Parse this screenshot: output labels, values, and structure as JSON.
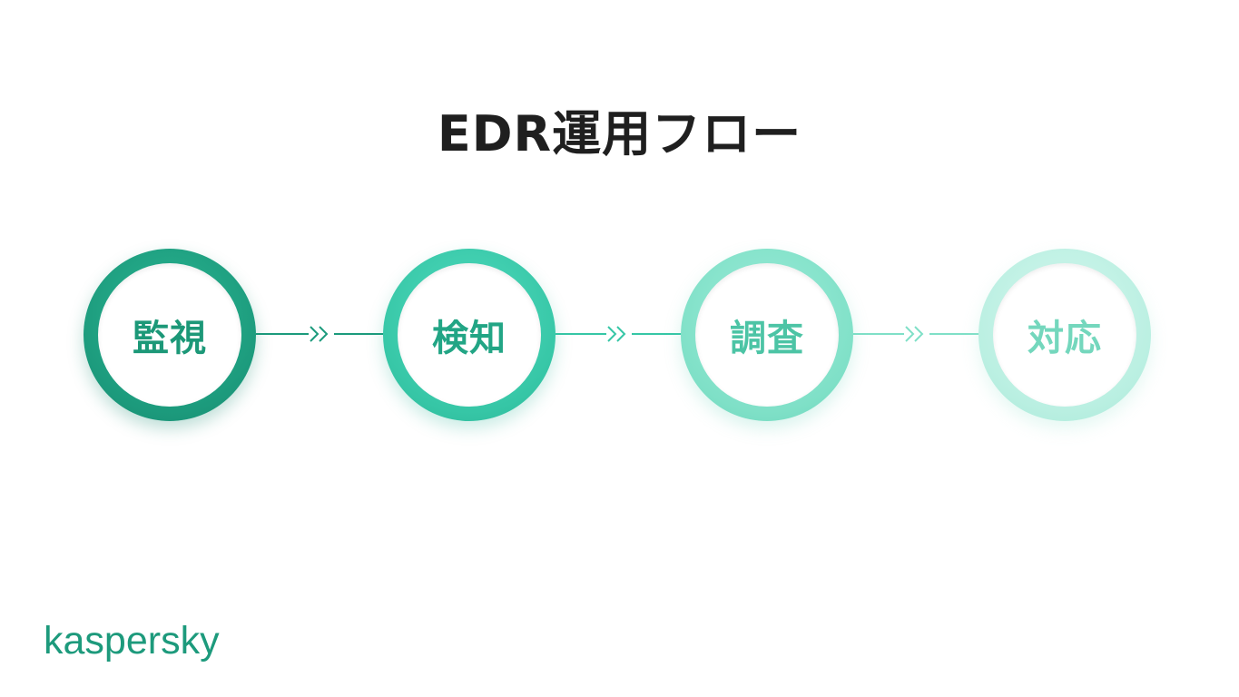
{
  "title": "EDR運用フロー",
  "steps": [
    {
      "label": "監視",
      "color": "#1c9a7c"
    },
    {
      "label": "検知",
      "color": "#36c6a6"
    },
    {
      "label": "調査",
      "color": "#7fe0c7"
    },
    {
      "label": "対応",
      "color": "#b9efe1"
    }
  ],
  "connectors": [
    {
      "color": "#1c9a7c",
      "icon": "double-chevron-right-icon"
    },
    {
      "color": "#36c6a6",
      "icon": "double-chevron-right-icon"
    },
    {
      "color": "#7fe0c7",
      "icon": "double-chevron-right-icon"
    }
  ],
  "brand": {
    "logo_text": "kaspersky",
    "accent_color": "#1d9a7c"
  }
}
